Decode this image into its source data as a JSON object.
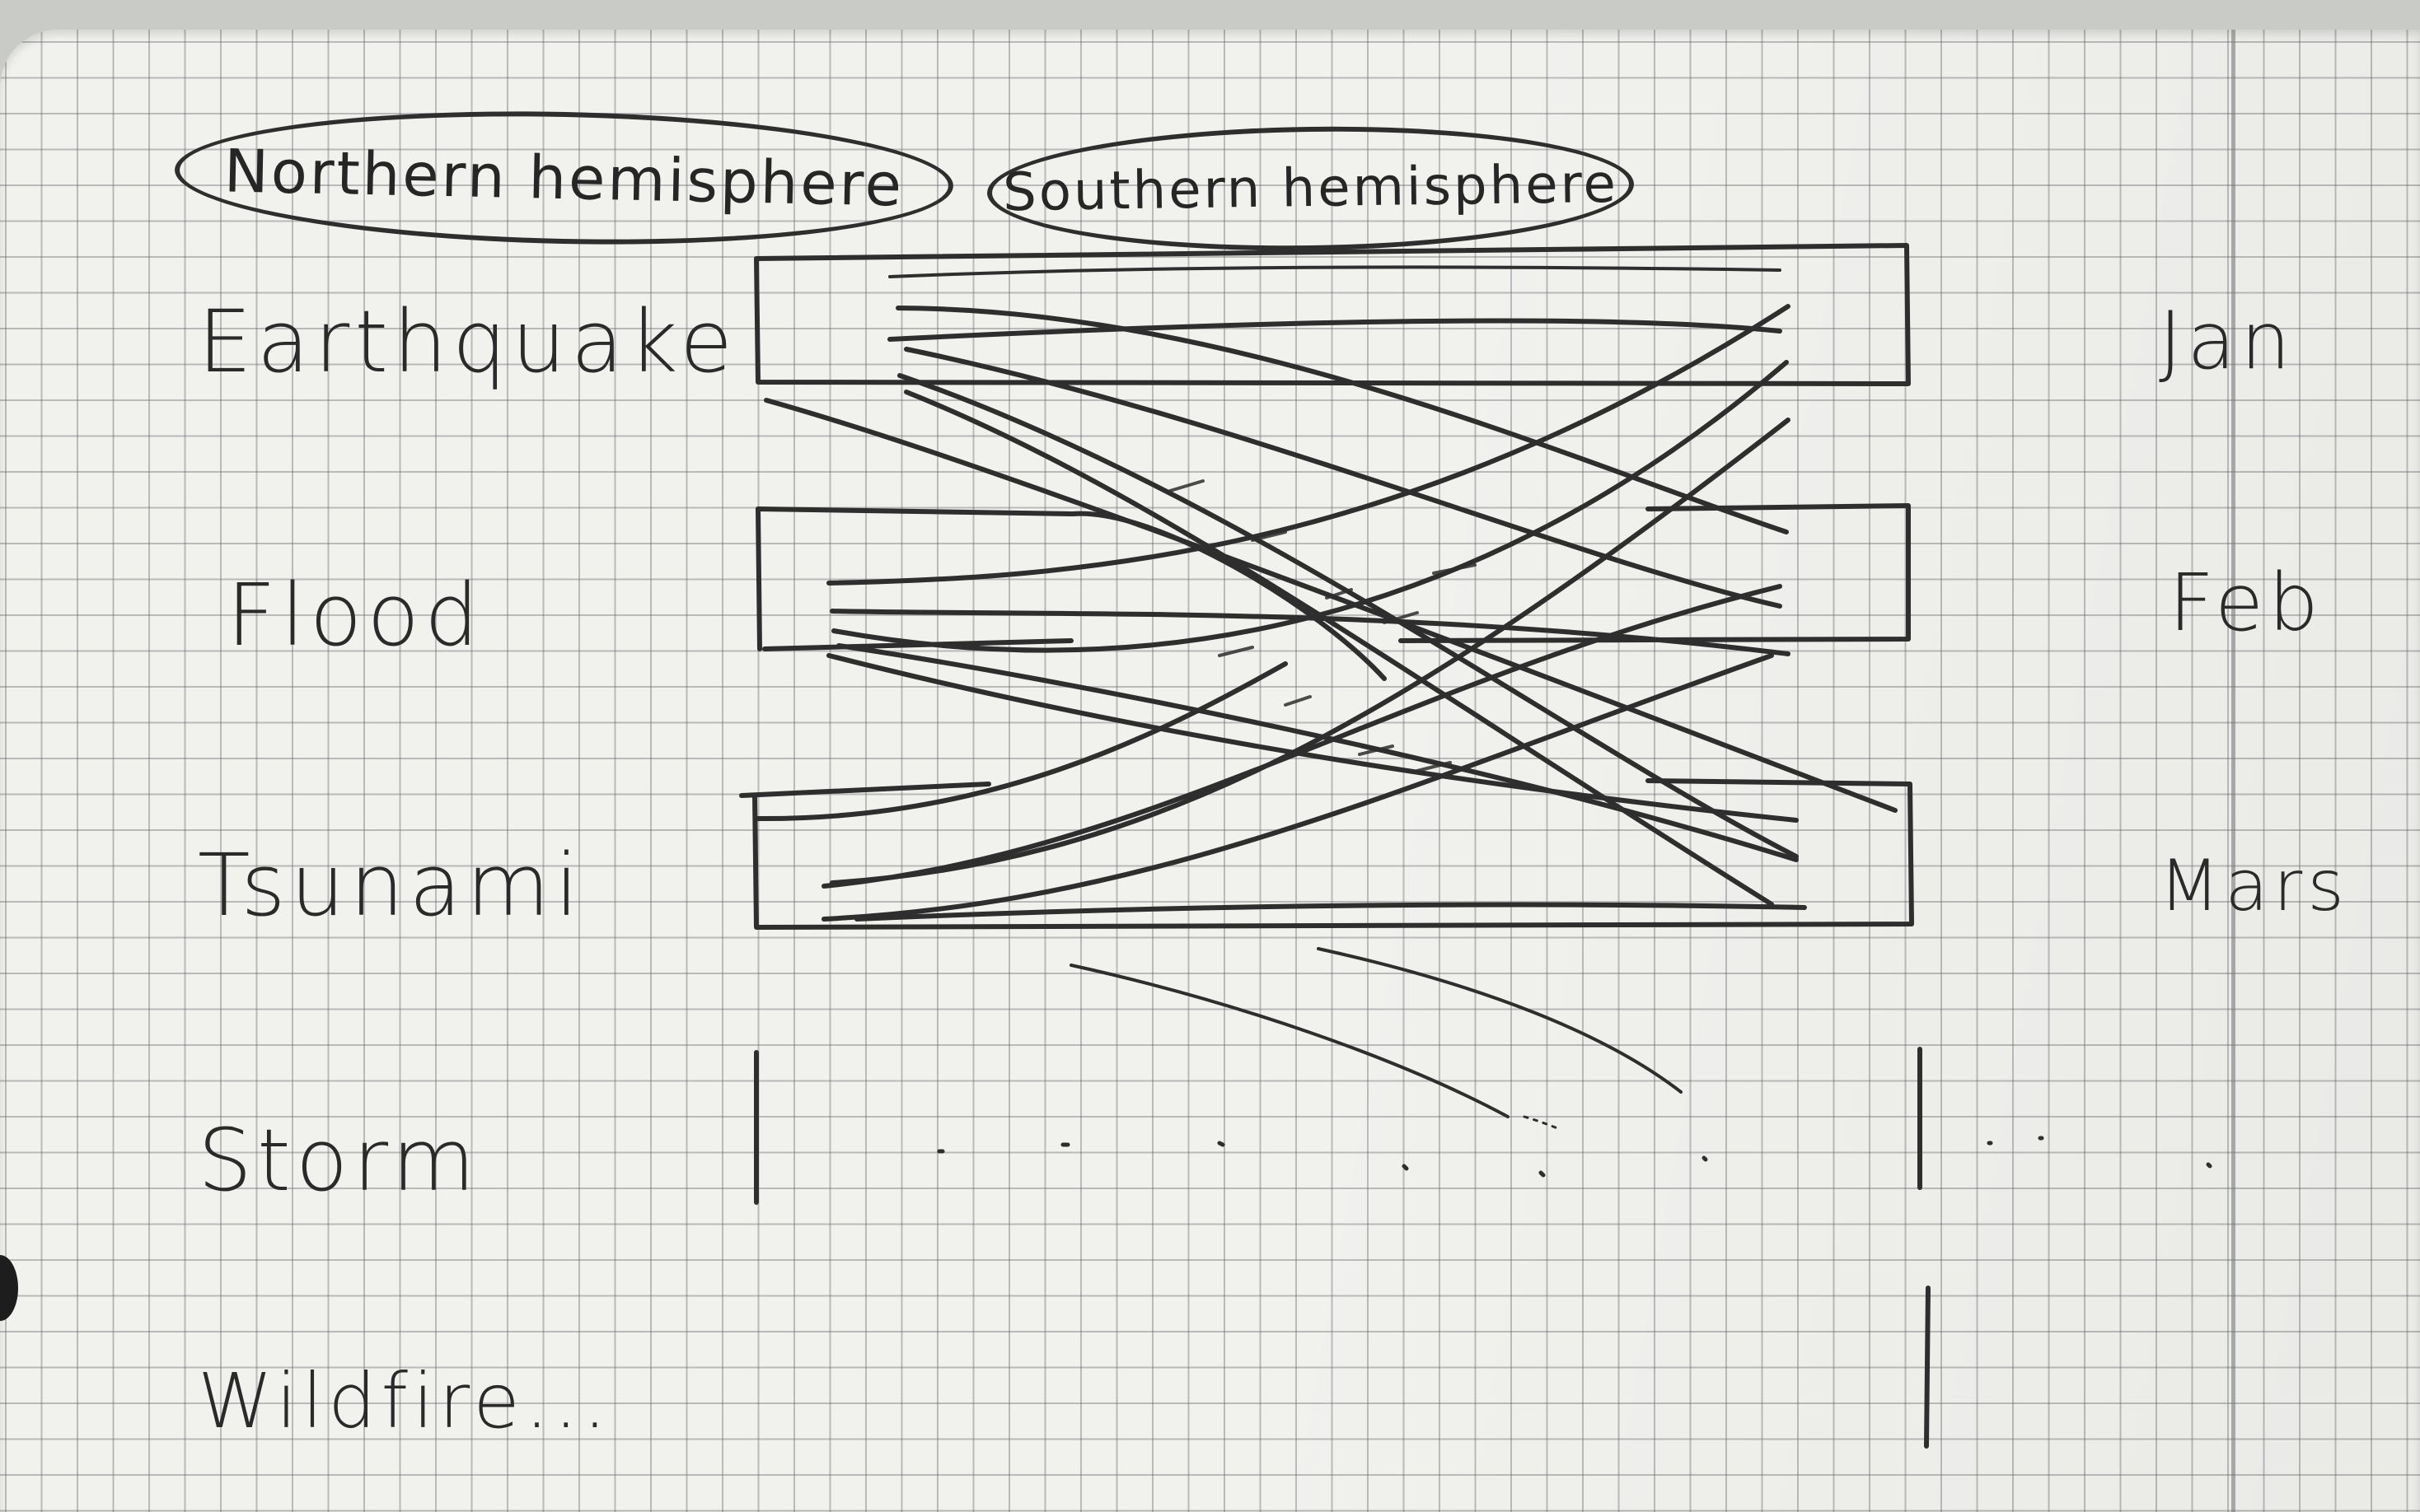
{
  "legend": {
    "northern": "Northern hemisphere",
    "southern": "Southern hemisphere"
  },
  "categories": [
    "Earthquake",
    "Flood",
    "Tsunami",
    "Storm",
    "Wildfire..."
  ],
  "months": [
    "Jan",
    "Feb",
    "Mars"
  ],
  "colors": {
    "paper": "#f1f1ee",
    "grid": "#8e9092",
    "ink": "#2e2e2e"
  }
}
